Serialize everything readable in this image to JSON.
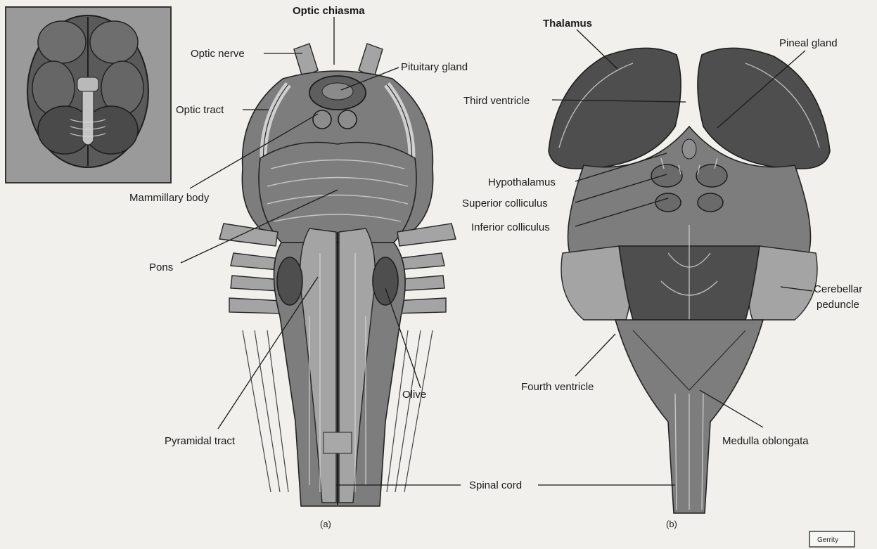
{
  "labels_a": {
    "optic_chiasma": "Optic chiasma",
    "optic_nerve": "Optic nerve",
    "pituitary_gland": "Pituitary gland",
    "optic_tract": "Optic tract",
    "mammillary_body": "Mammillary body",
    "pons": "Pons",
    "olive": "Olive",
    "pyramidal_tract": "Pyramidal tract",
    "spinal_cord": "Spinal cord"
  },
  "labels_b": {
    "thalamus": "Thalamus",
    "pineal_gland": "Pineal gland",
    "third_ventricle": "Third ventricle",
    "hypothalamus": "Hypothalamus",
    "superior_colliculus": "Superior colliculus",
    "inferior_colliculus": "Inferior colliculus",
    "cerebellar_peduncle_line1": "Cerebellar",
    "cerebellar_peduncle_line2": "peduncle",
    "fourth_ventricle": "Fourth ventricle",
    "medulla_oblongata": "Medulla oblongata"
  },
  "captions": {
    "a": "(a)",
    "b": "(b)"
  },
  "signature": "Gerrity",
  "colors": {
    "background": "#f1f0ec",
    "tissue": "#7d7d7d",
    "tissue_dark": "#4e4e4e",
    "ink": "#1a1a1a"
  }
}
